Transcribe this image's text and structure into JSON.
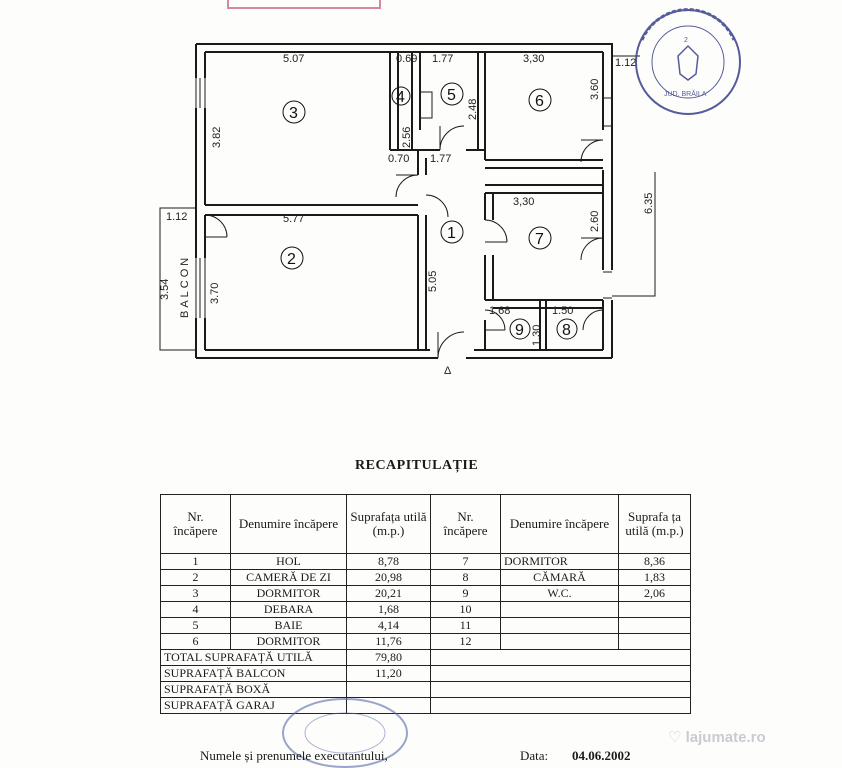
{
  "plan": {
    "dims": {
      "d507": "5.07",
      "d069": "0.69",
      "d177a": "1.77",
      "d330a": "3,30",
      "d112a": "1.12",
      "d382": "3.82",
      "d256": "2.56",
      "d248": "2.48",
      "d360": "3.60",
      "d070": "0.70",
      "d177b": "1.77",
      "d112b": "1.12",
      "d577": "5.77",
      "d330b": "3,30",
      "d260": "2.60",
      "d635": "6.35",
      "d354": "3.54",
      "d370": "3.70",
      "d505": "5.05",
      "d168": "1.68",
      "d150": "1.50",
      "d130": "1.30"
    },
    "balcony_label": "BALCON",
    "entrance_mark": "Δ",
    "rooms": [
      "1",
      "2",
      "3",
      "4",
      "5",
      "6",
      "7",
      "8",
      "9"
    ],
    "stamp": {
      "number": "2",
      "bottom": "JUD. BRĂILA"
    }
  },
  "recap": {
    "title": "RECAPITULAȚIE",
    "headers": [
      "Nr. încăpere",
      "Denumire încăpere",
      "Suprafața utilă (m.p.)",
      "Nr. încăpere",
      "Denumire încăpere",
      "Suprafa ța utilă (m.p.)"
    ],
    "rows": [
      [
        "1",
        "HOL",
        "8,78",
        "7",
        "DORMITOR",
        "8,36"
      ],
      [
        "2",
        "CAMERĂ DE ZI",
        "20,98",
        "8",
        "CĂMARĂ",
        "1,83"
      ],
      [
        "3",
        "DORMITOR",
        "20,21",
        "9",
        "W.C.",
        "2,06"
      ],
      [
        "4",
        "DEBARA",
        "1,68",
        "10",
        "",
        ""
      ],
      [
        "5",
        "BAIE",
        "4,14",
        "11",
        "",
        ""
      ],
      [
        "6",
        "DORMITOR",
        "11,76",
        "12",
        "",
        ""
      ]
    ],
    "totals": [
      {
        "label": "TOTAL SUPRAFAȚĂ UTILĂ",
        "value": "79,80"
      },
      {
        "label": "SUPRAFAȚĂ BALCON",
        "value": "11,20"
      },
      {
        "label": "SUPRAFAȚĂ BOXĂ",
        "value": ""
      },
      {
        "label": "SUPRAFAȚĂ GARAJ",
        "value": ""
      }
    ]
  },
  "footer": {
    "executant_label": "Numele și prenumele executantului,",
    "date_label": "Data:",
    "date_value": "04.06.2002"
  },
  "watermark": "lajumate.ro"
}
